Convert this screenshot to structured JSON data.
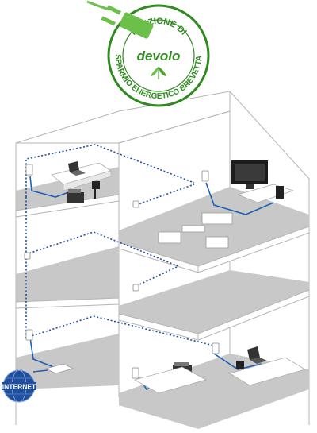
{
  "badge": {
    "top_text": "FUNZIONE DI",
    "bottom_text": "RISPARMIO ENERGETICO BREVETTATA",
    "brand": "devolo",
    "color": "#2f8a1f"
  },
  "internet_globe": {
    "label": "INTERNET",
    "color": "#1f4e9c"
  },
  "colors": {
    "floor": "#c8c8c8",
    "wall_line": "#b5b5b5",
    "cable_solid": "#1f5fb8",
    "cable_dotted": "#1f4f9f"
  },
  "icons": [
    "plug-icon",
    "leaf-icon",
    "globe-icon",
    "laptop-icon",
    "tv-icon",
    "printer-icon",
    "chair-icon",
    "sofa-icon",
    "router-icon",
    "powerline-adapter-icon",
    "wall-socket-icon"
  ]
}
